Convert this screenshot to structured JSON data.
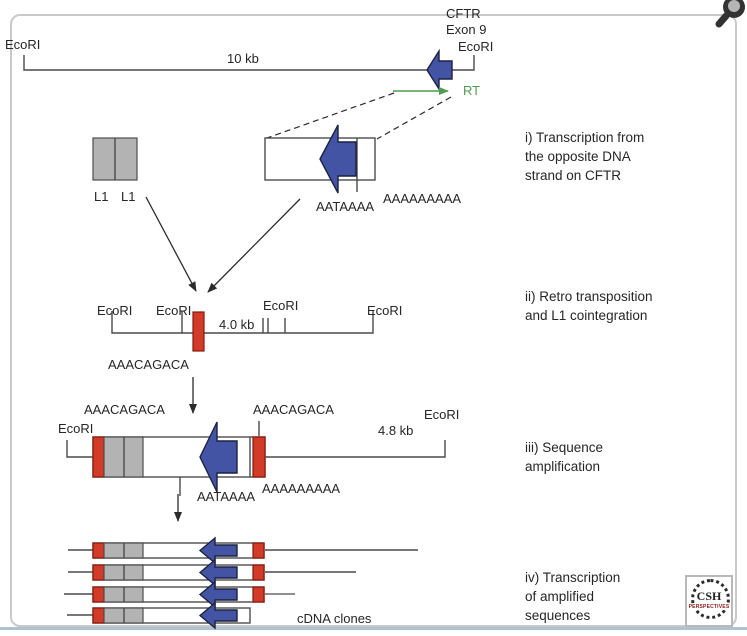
{
  "colors": {
    "blue": "#4254a3",
    "navy": "#1c2240",
    "red": "#d23b27",
    "red_dark": "#8a170c",
    "gray": "#b3b3b3",
    "gray_dark": "#4d4d4d",
    "green": "#4e9c50",
    "line": "#4a4a4a",
    "border": "#c9c9c9",
    "bottom_bar": "#aec3d2",
    "logo_red": "#8b1a1a"
  },
  "top_map": {
    "ecori_left": "EcoRI",
    "ecori_right": "EcoRI",
    "gene": "CFTR",
    "exon": "Exon 9",
    "scale": "10 kb",
    "rt": "RT"
  },
  "step_i": {
    "l1_left": "L1",
    "l1_right": "L1",
    "aataaaa": "AATAAAA",
    "polya": "AAAAAAAAA",
    "caption": [
      "i) Transcription from",
      "the opposite DNA",
      "strand on CFTR"
    ]
  },
  "step_ii": {
    "ecori_labels": [
      "EcoRI",
      "EcoRI",
      "EcoRI",
      "EcoRI"
    ],
    "scale": "4.0 kb",
    "repeat": "AAACAGACA",
    "caption": [
      "ii) Retro transposition",
      "and L1 cointegration"
    ]
  },
  "step_iii": {
    "repeat_left": "AAACAGACA",
    "repeat_right": "AAACAGACA",
    "ecori_left": "EcoRI",
    "ecori_right": "EcoRI",
    "scale": "4.8 kb",
    "aataaaa": "AATAAAA",
    "polya": "AAAAAAAAA",
    "caption": [
      "iii) Sequence",
      "amplification"
    ]
  },
  "step_iv": {
    "label": "cDNA clones",
    "caption": [
      "iv) Transcription",
      "of amplified",
      "sequences"
    ]
  },
  "logo": {
    "line1": "CSH",
    "line2": "PERSPECTIVES"
  }
}
